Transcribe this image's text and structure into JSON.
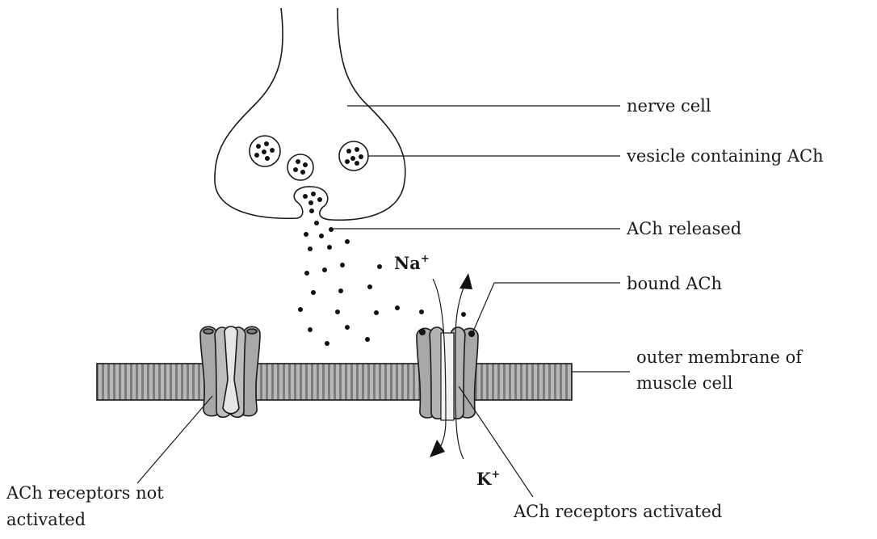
{
  "labels": {
    "nerve_cell": "nerve cell",
    "vesicle": "vesicle containing ACh",
    "ach_released": "ACh released",
    "bound_ach": "bound ACh",
    "membrane_line1": "outer membrane of",
    "membrane_line2": "muscle cell",
    "receptors_not_line1": "ACh receptors not",
    "receptors_not_line2": "activated",
    "receptors_activated": "ACh receptors activated"
  },
  "ions": {
    "sodium": {
      "symbol": "Na",
      "charge": "+"
    },
    "potassium": {
      "symbol": "K",
      "charge": "+"
    }
  },
  "colors": {
    "ink": "#1a1a1a",
    "membrane_fill": "#b3b3b3",
    "membrane_stripe": "#7a7a7a",
    "receptor_fill": "#a9a9a9",
    "receptor_light": "#dcdcdc"
  }
}
